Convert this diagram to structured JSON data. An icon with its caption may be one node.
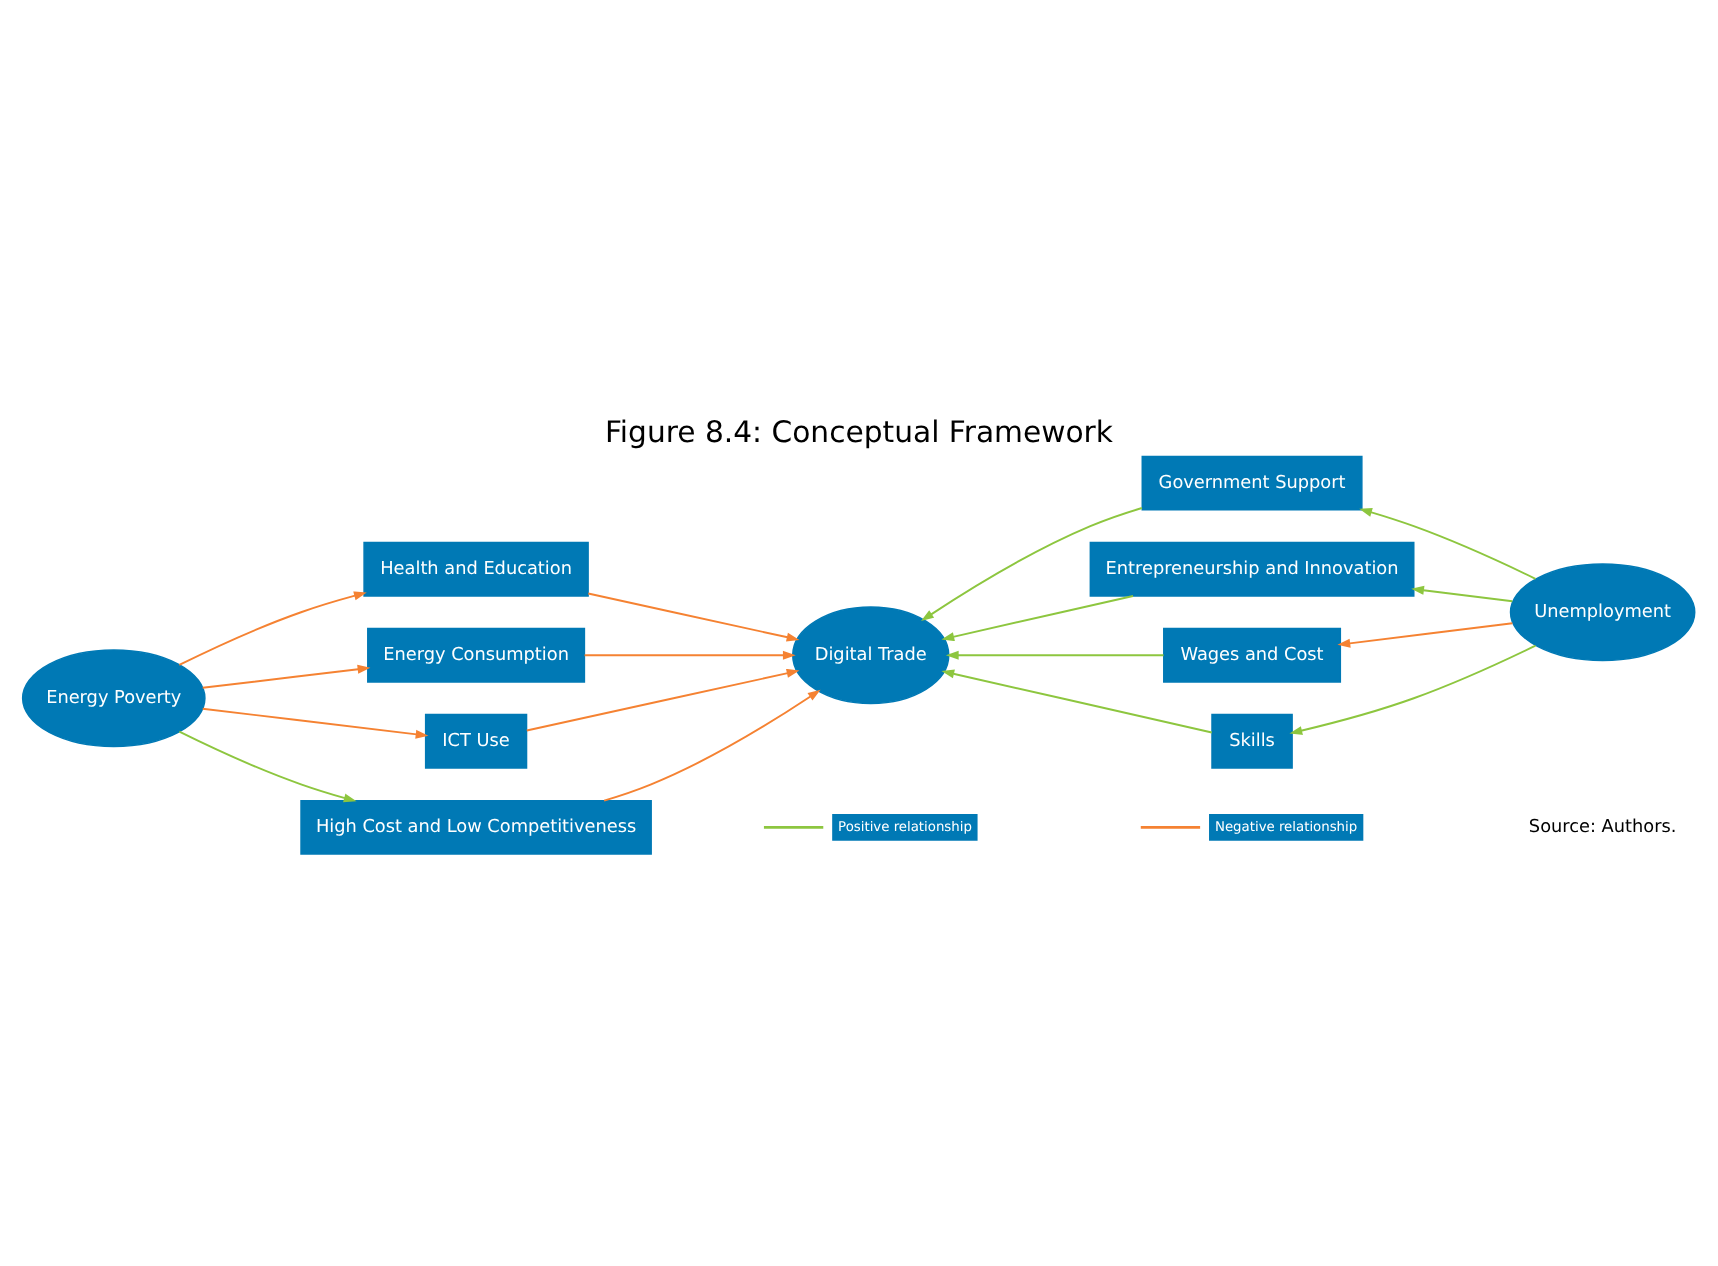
{
  "diagram": {
    "title": "Figure 8.4: Conceptual Framework",
    "caption": "Source: Authors.",
    "nodes": [
      {
        "text": [
          "Energy Poverty"
        ]
      },
      {
        "text": [
          "Health and Education"
        ]
      },
      {
        "text": [
          "Energy Consumption"
        ]
      },
      {
        "text": [
          "ICT Use"
        ]
      },
      {
        "text": [
          "High Cost and Low Competitiveness"
        ]
      },
      {
        "text": [
          "Digital Trade"
        ]
      },
      {
        "text": [
          "Unemployment"
        ]
      },
      {
        "text": [
          "Government Support"
        ]
      },
      {
        "text": [
          "Entrepreneurship and Innovation"
        ]
      },
      {
        "text": [
          "Wages and Cost"
        ]
      },
      {
        "text": [
          "Skills"
        ]
      }
    ],
    "edges": [
      {
        "from": 0,
        "to": 1,
        "arrow": "to",
        "color": "#f58232"
      },
      {
        "from": 0,
        "to": 2,
        "arrow": "to",
        "color": "#f58232"
      },
      {
        "from": 0,
        "to": 3,
        "arrow": "to",
        "color": "#f58232"
      },
      {
        "from": 0,
        "to": 4,
        "arrow": "to",
        "color": "#8dc63f"
      },
      {
        "from": 1,
        "to": 5,
        "arrow": "to",
        "color": "#f58232"
      },
      {
        "from": 2,
        "to": 5,
        "arrow": "to",
        "color": "#f58232"
      },
      {
        "from": 3,
        "to": 5,
        "arrow": "to",
        "color": "#f58232"
      },
      {
        "from": 4,
        "to": 5,
        "arrow": "to",
        "color": "#f58232"
      },
      {
        "from": 6,
        "to": 7,
        "arrow": "to",
        "color": "#8dc63f"
      },
      {
        "from": 6,
        "to": 8,
        "arrow": "to",
        "color": "#8dc63f"
      },
      {
        "from": 6,
        "to": 9,
        "arrow": "to",
        "color": "#f58232"
      },
      {
        "from": 6,
        "to": 10,
        "arrow": "to",
        "color": "#8dc63f"
      },
      {
        "from": 7,
        "to": 5,
        "arrow": "to",
        "color": "#8dc63f"
      },
      {
        "from": 8,
        "to": 5,
        "arrow": "to",
        "color": "#8dc63f"
      },
      {
        "from": 9,
        "to": 5,
        "arrow": "to",
        "color": "#8dc63f"
      },
      {
        "from": 10,
        "to": 5,
        "arrow": "to",
        "color": "#8dc63f"
      }
    ],
    "legend": [
      {
        "text": "Positive relationship"
      },
      {
        "text": "Negative relationship"
      }
    ]
  }
}
